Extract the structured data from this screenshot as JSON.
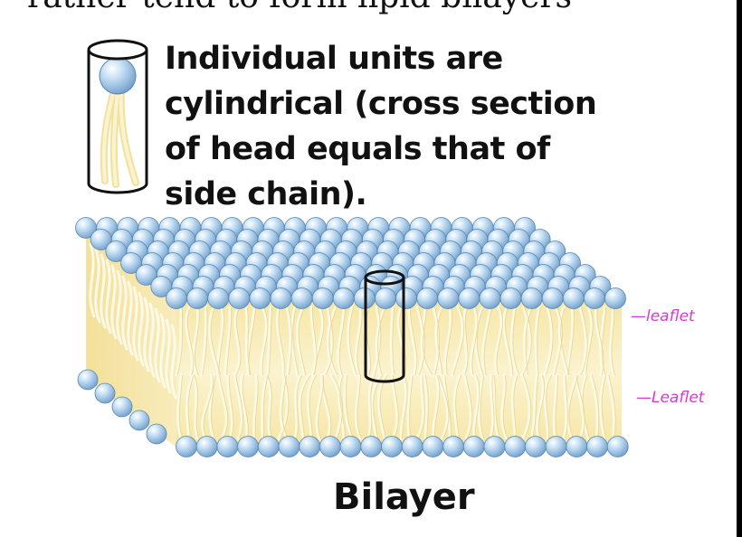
{
  "header": {
    "partial_text": "rather tend to form lipid bilayers"
  },
  "caption": {
    "lines": [
      "Individual units are",
      "cylindrical (cross section",
      "of head equals that of",
      "side chain)."
    ]
  },
  "diagram": {
    "label": "Bilayer"
  },
  "annotations": {
    "top_leaflet": "—leaflet",
    "bottom_leaflet": "—Leaflet"
  },
  "colors": {
    "head": "#a9cfee",
    "head_stroke": "#5b86ad",
    "tail_fill": "#f7ebb3",
    "tail_stroke": "#e8d693",
    "annotation": "#d63bd1"
  }
}
